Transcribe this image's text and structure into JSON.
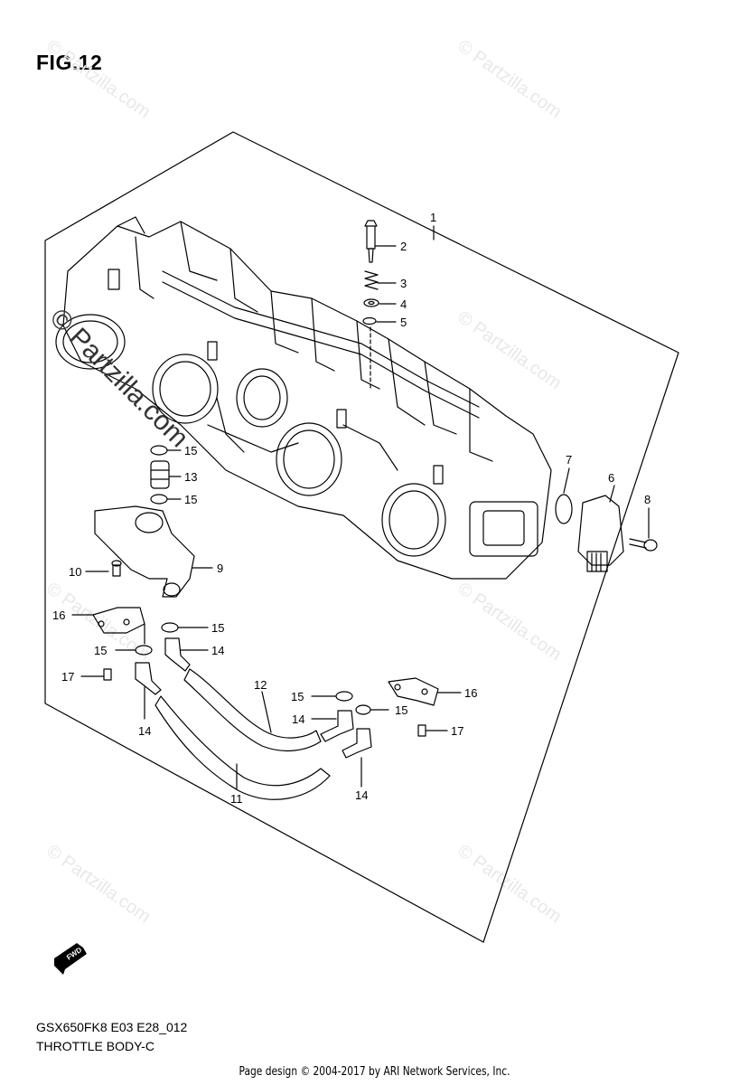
{
  "figure": {
    "title": "FIG.12",
    "model_code": "GSX650FK8 E03 E28_012",
    "section_name": "THROTTLE BODY-C",
    "fwd_label": "FWD"
  },
  "watermark": {
    "text": "© Partzilla.com"
  },
  "callouts": [
    {
      "id": "c1",
      "label": "1"
    },
    {
      "id": "c2",
      "label": "2"
    },
    {
      "id": "c3",
      "label": "3"
    },
    {
      "id": "c4",
      "label": "4"
    },
    {
      "id": "c5",
      "label": "5"
    },
    {
      "id": "c6",
      "label": "6"
    },
    {
      "id": "c7",
      "label": "7"
    },
    {
      "id": "c8",
      "label": "8"
    },
    {
      "id": "c9",
      "label": "9"
    },
    {
      "id": "c10",
      "label": "10"
    },
    {
      "id": "c11",
      "label": "11"
    },
    {
      "id": "c12",
      "label": "12"
    },
    {
      "id": "c13",
      "label": "13"
    },
    {
      "id": "c14a",
      "label": "14"
    },
    {
      "id": "c14b",
      "label": "14"
    },
    {
      "id": "c14c",
      "label": "14"
    },
    {
      "id": "c14d",
      "label": "14"
    },
    {
      "id": "c15a",
      "label": "15"
    },
    {
      "id": "c15b",
      "label": "15"
    },
    {
      "id": "c15c",
      "label": "15"
    },
    {
      "id": "c15d",
      "label": "15"
    },
    {
      "id": "c15e",
      "label": "15"
    },
    {
      "id": "c15f",
      "label": "15"
    },
    {
      "id": "c16a",
      "label": "16"
    },
    {
      "id": "c16b",
      "label": "16"
    },
    {
      "id": "c17a",
      "label": "17"
    },
    {
      "id": "c17b",
      "label": "17"
    }
  ],
  "footer": {
    "text": "Page design © 2004-2017 by ARI Network Services, Inc."
  }
}
